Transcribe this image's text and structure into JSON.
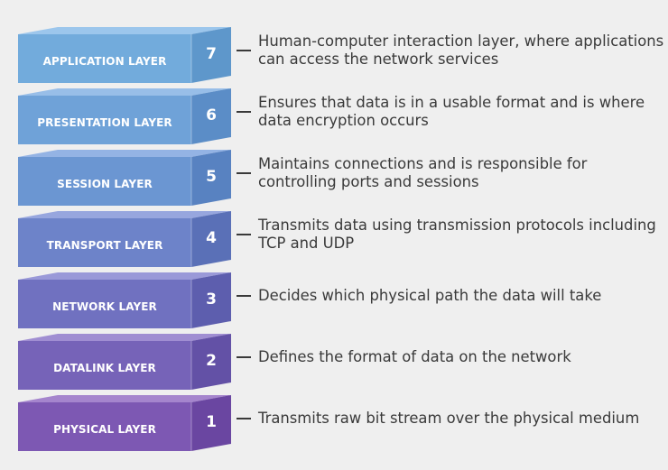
{
  "layers": [
    {
      "number": "7",
      "name": "APPLICATION LAYER",
      "description": "Human-computer interaction layer, where applications can access the network services",
      "front_color": "#72abdc",
      "top_color": "#9cc6ec",
      "side_color": "#5e97cb"
    },
    {
      "number": "6",
      "name": "PRESENTATION LAYER",
      "description": "Ensures that data is in a usable format and is where data encryption occurs",
      "front_color": "#6fa2d8",
      "top_color": "#98bee8",
      "side_color": "#5b8dc7"
    },
    {
      "number": "5",
      "name": "SESSION LAYER",
      "description": "Maintains connections and is responsible for controlling ports and sessions",
      "front_color": "#6b96d2",
      "top_color": "#94b3e4",
      "side_color": "#5882c1"
    },
    {
      "number": "4",
      "name": "TRANSPORT LAYER",
      "description": "Transmits data using transmission protocols including TCP and UDP",
      "front_color": "#6d83c9",
      "top_color": "#97a6de",
      "side_color": "#5a70b7"
    },
    {
      "number": "3",
      "name": "NETWORK LAYER",
      "description": "Decides which physical path the data will take",
      "front_color": "#7071c0",
      "top_color": "#9a99d8",
      "side_color": "#5d5eae"
    },
    {
      "number": "2",
      "name": "DATALINK LAYER",
      "description": "Defines the format of data on the network",
      "front_color": "#7663b8",
      "top_color": "#a08ed2",
      "side_color": "#6351a6"
    },
    {
      "number": "1",
      "name": "PHYSICAL LAYER",
      "description": "Transmits raw bit stream over the physical medium",
      "front_color": "#7d58b3",
      "top_color": "#a585cd",
      "side_color": "#6a46a1"
    }
  ]
}
